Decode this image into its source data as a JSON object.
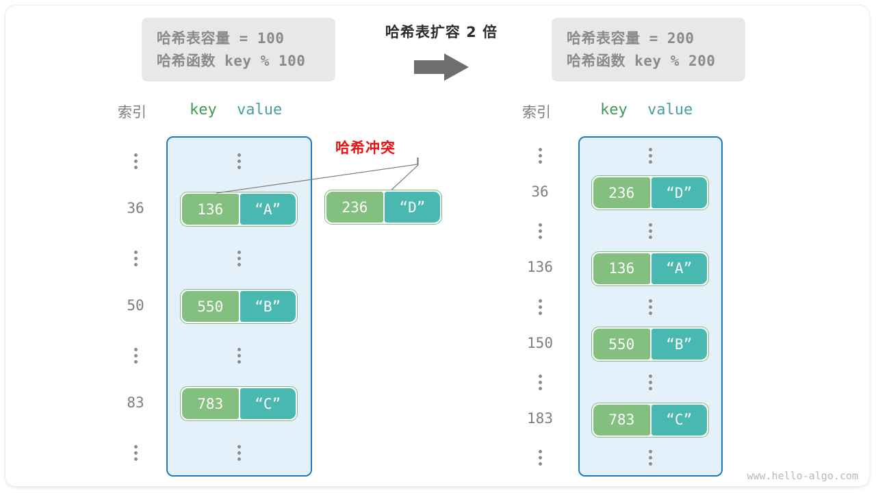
{
  "watermark": "www.hello-algo.com",
  "transform": {
    "title": "哈希表扩容 2 倍",
    "arrow_icon": "right-arrow-icon"
  },
  "left_panel": {
    "formula": {
      "capacity_line": "哈希表容量 = 100",
      "hash_function_line": "哈希函数 key % 100"
    },
    "headers": {
      "index": "索引",
      "key": "key",
      "value": "value"
    },
    "rows": [
      {
        "type": "ellipsis",
        "index": "",
        "key": "",
        "value": ""
      },
      {
        "type": "entry",
        "index": "36",
        "key": "136",
        "value": "“A”"
      },
      {
        "type": "ellipsis",
        "index": "",
        "key": "",
        "value": ""
      },
      {
        "type": "entry",
        "index": "50",
        "key": "550",
        "value": "“B”"
      },
      {
        "type": "ellipsis",
        "index": "",
        "key": "",
        "value": ""
      },
      {
        "type": "entry",
        "index": "83",
        "key": "783",
        "value": "“C”"
      },
      {
        "type": "ellipsis",
        "index": "",
        "key": "",
        "value": ""
      }
    ],
    "overflow_entry": {
      "key": "236",
      "value": "“D”"
    },
    "collision_label": "哈希冲突"
  },
  "right_panel": {
    "formula": {
      "capacity_line": "哈希表容量 = 200",
      "hash_function_line": "哈希函数 key % 200"
    },
    "headers": {
      "index": "索引",
      "key": "key",
      "value": "value"
    },
    "rows": [
      {
        "type": "ellipsis",
        "index": "",
        "key": "",
        "value": ""
      },
      {
        "type": "entry",
        "index": "36",
        "key": "236",
        "value": "“D”"
      },
      {
        "type": "ellipsis",
        "index": "",
        "key": "",
        "value": ""
      },
      {
        "type": "entry",
        "index": "136",
        "key": "136",
        "value": "“A”"
      },
      {
        "type": "ellipsis",
        "index": "",
        "key": "",
        "value": ""
      },
      {
        "type": "entry",
        "index": "150",
        "key": "550",
        "value": "“B”"
      },
      {
        "type": "ellipsis",
        "index": "",
        "key": "",
        "value": ""
      },
      {
        "type": "entry",
        "index": "183",
        "key": "783",
        "value": "“C”"
      },
      {
        "type": "ellipsis",
        "index": "",
        "key": "",
        "value": ""
      }
    ]
  },
  "colors": {
    "key_cell": "#83bf7e",
    "value_cell": "#48b8b0",
    "bucket_fill": "#e4f0fa",
    "bucket_border": "#1d7ac0",
    "collision_red": "#e8120e",
    "formula_box": "#e8e8e8",
    "formula_text": "#8a8a8a",
    "arrow": "#6e6e6e"
  }
}
